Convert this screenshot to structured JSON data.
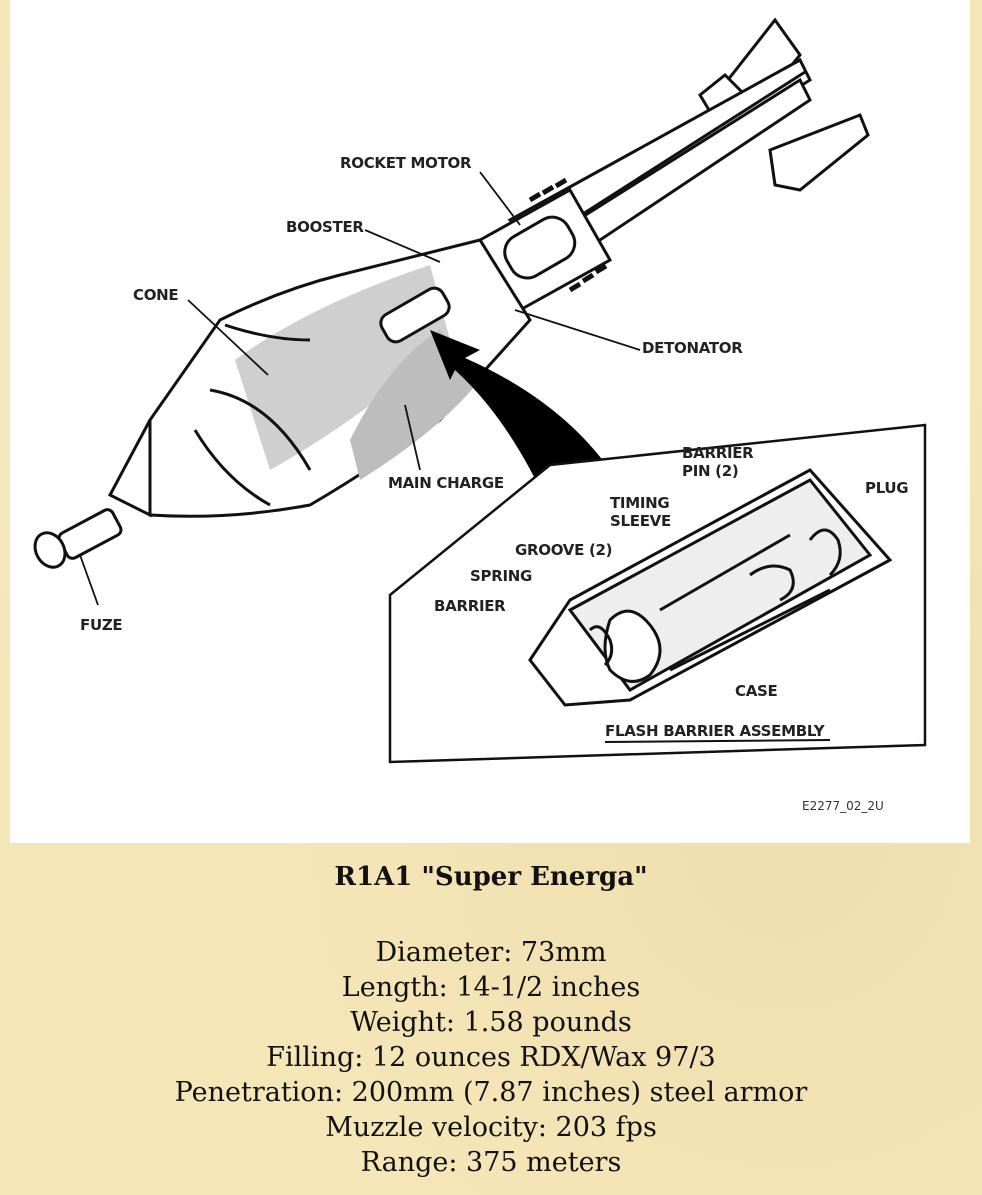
{
  "figure": {
    "labels": {
      "rocket_motor": "ROCKET MOTOR",
      "booster": "BOOSTER",
      "cone": "CONE",
      "detonator": "DETONATOR",
      "main_charge": "MAIN CHARGE",
      "fuze": "FUZE",
      "barrier_pin": "BARRIER",
      "barrier_pin_2": "PIN (2)",
      "plug": "PLUG",
      "timing_sleeve": "TIMING",
      "timing_sleeve_2": "SLEEVE",
      "groove": "GROOVE (2)",
      "spring": "SPRING",
      "barrier": "BARRIER",
      "case": "CASE",
      "flash_barrier_assembly": "FLASH BARRIER ASSEMBLY",
      "figure_code": "E2277_02_2U"
    }
  },
  "caption": {
    "title": "R1A1 \"Super Energa\""
  },
  "specs": [
    "Diameter: 73mm",
    "Length: 14-1/2 inches",
    "Weight: 1.58 pounds",
    "Filling: 12 ounces RDX/Wax 97/3",
    "Penetration: 200mm (7.87 inches) steel armor",
    "Muzzle velocity: 203 fps",
    "Range: 375 meters"
  ]
}
